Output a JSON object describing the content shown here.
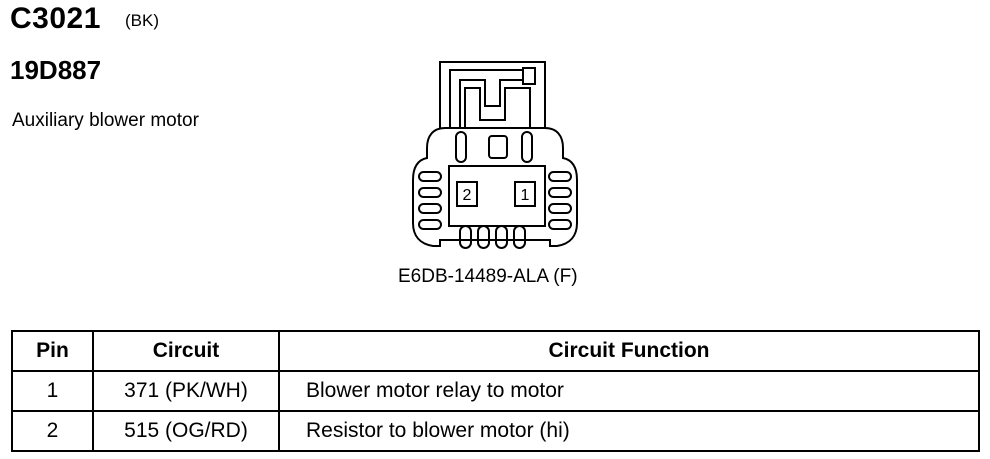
{
  "header": {
    "connector_id": "C3021",
    "color_code": "(BK)",
    "part_number": "19D887",
    "description": "Auxiliary blower motor"
  },
  "connector": {
    "code": "E6DB-14489-ALA (F)",
    "pin_labels": [
      "2",
      "1"
    ]
  },
  "table": {
    "headers": {
      "pin": "Pin",
      "circuit": "Circuit",
      "function": "Circuit Function"
    },
    "rows": [
      {
        "pin": "1",
        "circuit": "371 (PK/WH)",
        "function": "Blower motor relay to motor"
      },
      {
        "pin": "2",
        "circuit": "515 (OG/RD)",
        "function": "Resistor to blower motor (hi)"
      }
    ]
  }
}
